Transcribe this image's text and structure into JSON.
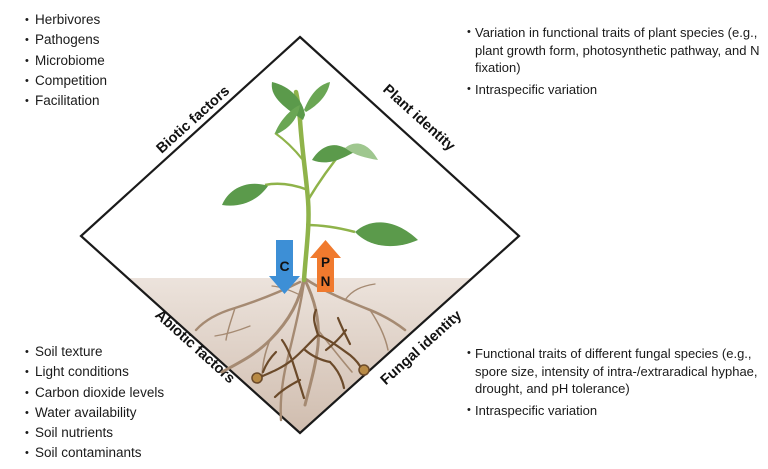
{
  "labels": {
    "biotic": "Biotic factors",
    "plant": "Plant identity",
    "abiotic": "Abiotic factors",
    "fungal": "Fungal identity"
  },
  "biotic_items": [
    "Herbivores",
    "Pathogens",
    "Microbiome",
    "Competition",
    "Facilitation"
  ],
  "abiotic_items": [
    "Soil texture",
    "Light conditions",
    "Carbon dioxide levels",
    "Water availability",
    "Soil nutrients",
    "Soil contaminants"
  ],
  "plant_items": [
    "Variation in functional traits of plant species (e.g., plant growth form, photosynthetic pathway, and N fixation)",
    "Intraspecific variation"
  ],
  "fungal_items": [
    "Functional traits of different fungal species (e.g., spore size, intensity of intra-/extraradical hyphae, drought, and pH tolerance)",
    "Intraspecific variation"
  ],
  "arrows": {
    "down": "C",
    "up_top": "P",
    "up_bottom": "N"
  },
  "colors": {
    "soil": "#d8c8bc",
    "leaf": "#5b9a4b",
    "stem": "#8fb34a",
    "root": "#a58a72",
    "hyphae": "#6b4a2a",
    "spore": "#b88a45",
    "carbon_arrow": "#3d8fd6",
    "nutrient_arrow": "#f07a2e"
  }
}
